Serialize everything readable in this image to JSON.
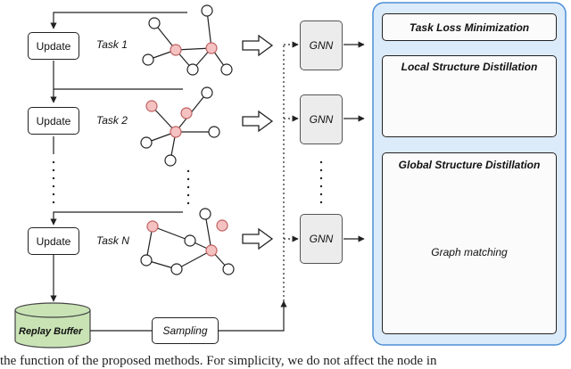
{
  "left": {
    "update_label": "Update",
    "tasks": [
      "Task 1",
      "Task 2",
      "Task N"
    ],
    "replay_buffer": "Replay Buffer",
    "sampling": "Sampling"
  },
  "middle": {
    "gnn_label": "GNN"
  },
  "right": {
    "task_loss": "Task Loss Minimization",
    "local": "Local Structure Distillation",
    "global": "Global Structure Distillation",
    "matching": "Graph matching"
  },
  "caption": "the function of the proposed methods. For simplicity, we do not affect the node in",
  "colors": {
    "highlight_node": "#f5c2c2",
    "replay_buffer": "#c9e3b5",
    "gnn_box": "#ececec",
    "outer_panel": "#dcebf9",
    "outer_panel_border": "#4d8fd6"
  }
}
